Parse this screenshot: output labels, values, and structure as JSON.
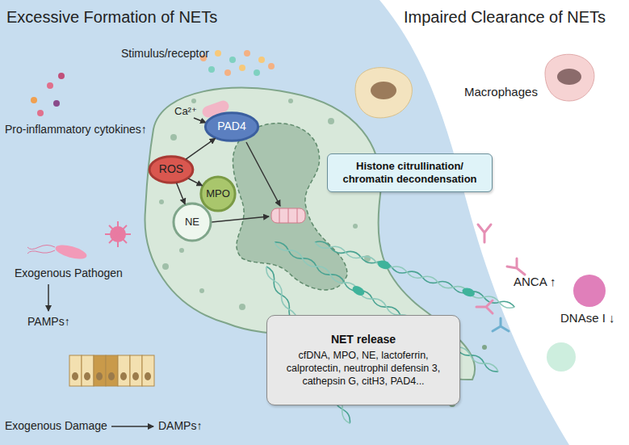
{
  "diagram": {
    "nodes": [
      {
        "text": [
          "PAD4"
        ]
      },
      {
        "text": [
          "Histone citrullination/ chromatin decondensation"
        ]
      },
      {
        "text": [
          "ROS"
        ]
      },
      {
        "text": [
          "MPO"
        ]
      },
      {
        "text": [
          "NE"
        ]
      },
      {
        "text": [
          "NET release",
          "cfDNA, MPO, NE, lactoferrin, calprotectin, neutrophil defensin 3, cathepsin G, citH3, PAD4..."
        ]
      }
    ],
    "edges": [
      {
        "from": 2,
        "to": 0,
        "arrow": "to"
      },
      {
        "from": 2,
        "to": 3,
        "arrow": "to"
      },
      {
        "from": 2,
        "to": 4,
        "arrow": "to"
      }
    ],
    "labels": [
      "Excessive Formation of NETs",
      "Impaired Clearance of NETs",
      "Stimulus/receptor",
      "Pro-inflammatory cytokines↑",
      "Ca²⁺",
      "Exogenous Pathogen",
      "PAMPs↑",
      "Exogenous Damage",
      "DAMPs↑",
      "Macrophages",
      "ANCA ↑",
      "DNAse I ↓"
    ]
  }
}
